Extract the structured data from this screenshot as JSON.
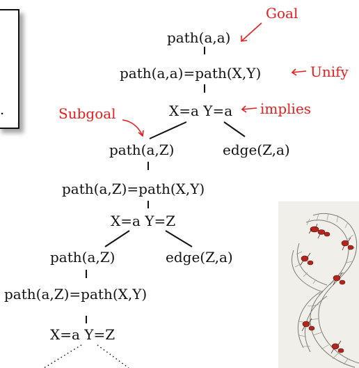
{
  "annotations": {
    "goal": "Goal",
    "unify": "Unify",
    "implies": "implies",
    "subgoal": "Subgoal"
  },
  "tree": {
    "n0": "path(a,a)",
    "n1": "path(a,a)=path(X,Y)",
    "n2": "X=a Y=a",
    "n3_left": "path(a,Z)",
    "n3_right": "edge(Z,a)",
    "n4": "path(a,Z)=path(X,Y)",
    "n5": "X=a Y=Z",
    "n6_left": "path(a,Z)",
    "n6_right": "edge(Z,a)",
    "n7": "path(a,Z)=path(X,Y)",
    "n8": "X=a Y=Z"
  },
  "box": {
    "text": "."
  },
  "colors": {
    "annotation": "#e41e1e",
    "text": "#111111"
  },
  "image": {
    "subject": "Möbius strip with ants (engraving)"
  }
}
